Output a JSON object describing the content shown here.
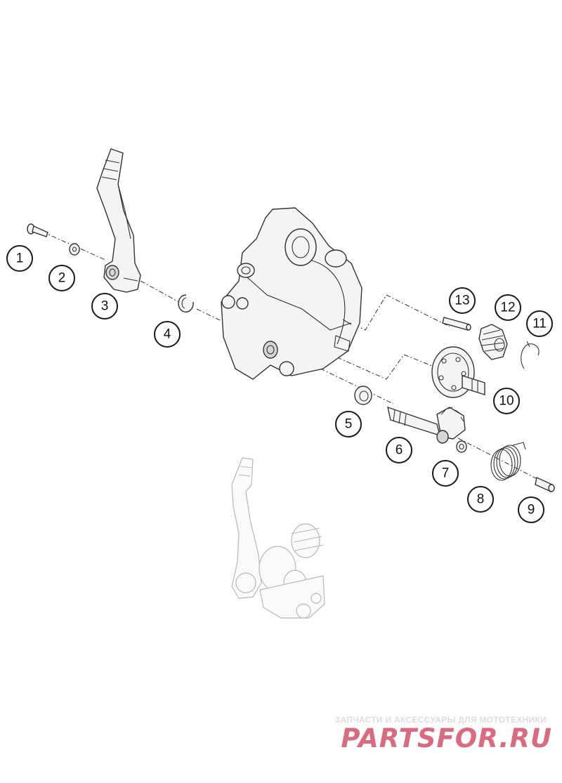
{
  "callouts": [
    {
      "number": "1"
    },
    {
      "number": "2"
    },
    {
      "number": "3"
    },
    {
      "number": "4"
    },
    {
      "number": "5"
    },
    {
      "number": "6"
    },
    {
      "number": "7"
    },
    {
      "number": "8"
    },
    {
      "number": "9"
    },
    {
      "number": "10"
    },
    {
      "number": "11"
    },
    {
      "number": "12"
    },
    {
      "number": "13"
    }
  ],
  "watermark": {
    "tagline": "ЗАПЧАСТИ И АКСЕССУАРЫ ДЛЯ МОТОТЕХНИКИ",
    "logo": "PARTSFOR.RU"
  }
}
